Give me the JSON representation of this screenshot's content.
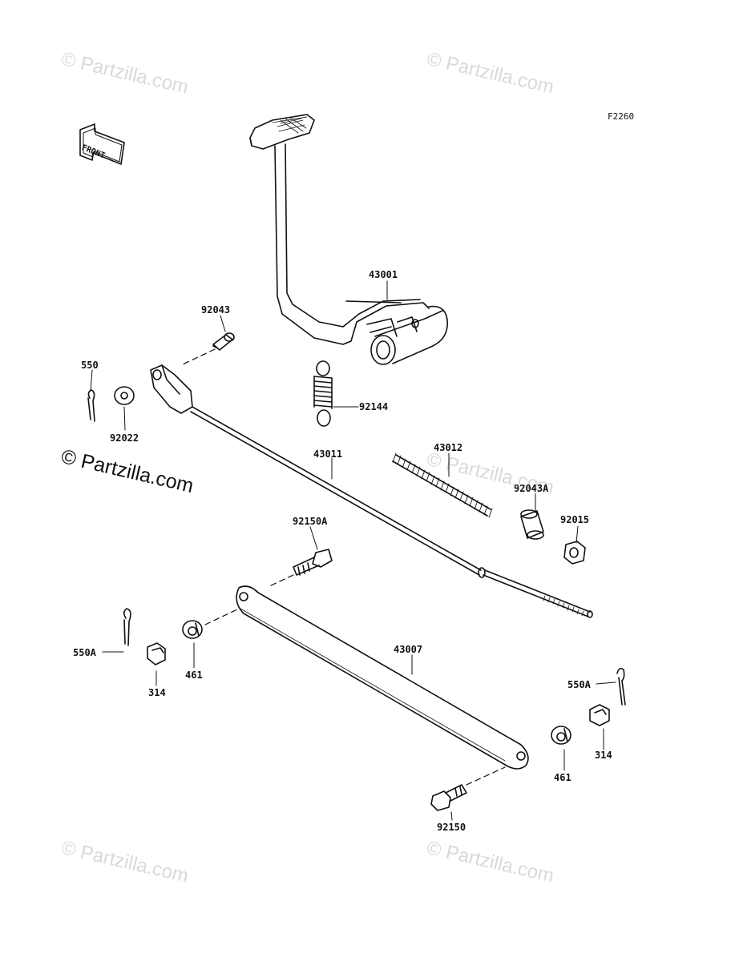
{
  "diagram": {
    "code": "F2260",
    "front_label": "FRONT",
    "watermark": "© Partzilla.com",
    "parts": {
      "p43001": "43001",
      "p92043": "92043",
      "p550": "550",
      "p92022": "92022",
      "p92144": "92144",
      "p43011": "43011",
      "p43012": "43012",
      "p92043A": "92043A",
      "p92015": "92015",
      "p92150A": "92150A",
      "p550A_left": "550A",
      "p314_left": "314",
      "p461_left": "461",
      "p43007": "43007",
      "p550A_right": "550A",
      "p314_right": "314",
      "p461_right": "461",
      "p92150": "92150"
    }
  }
}
